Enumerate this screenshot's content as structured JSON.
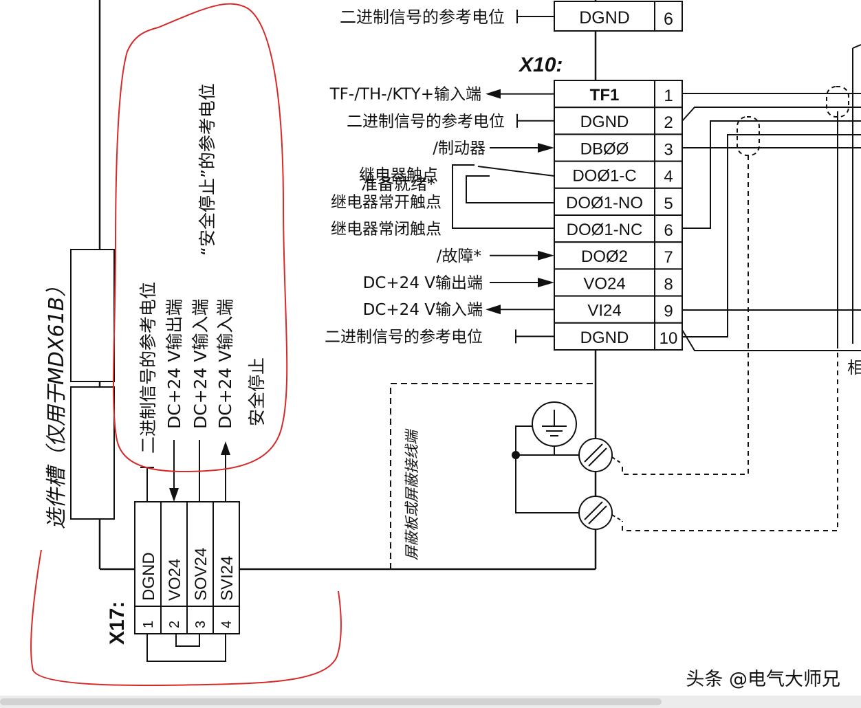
{
  "top": {
    "ref_label": "二进制信号的参考电位",
    "pin_name": "DGND",
    "pin_num": "6"
  },
  "x10": {
    "title": "X10:",
    "pins": [
      {
        "num": "1",
        "name": "TF1",
        "desc": "TF-/TH-/KTY+输入端"
      },
      {
        "num": "2",
        "name": "DGND",
        "desc": "二进制信号的参考电位"
      },
      {
        "num": "3",
        "name": "DBØØ",
        "desc": "/制动器"
      },
      {
        "num": "4",
        "name": "DOØ1-C",
        "desc": "继电器触点"
      },
      {
        "num": "5",
        "name": "DOØ1-NO",
        "desc": "继电器常开触点"
      },
      {
        "num": "6",
        "name": "DOØ1-NC",
        "desc": "继电器常闭触点"
      },
      {
        "num": "7",
        "name": "DOØ2",
        "desc": "/故障*"
      },
      {
        "num": "8",
        "name": "VO24",
        "desc": "DC+24 V输出端"
      },
      {
        "num": "9",
        "name": "VI24",
        "desc": "DC+24 V输入端"
      },
      {
        "num": "10",
        "name": "DGND",
        "desc": "二进制信号的参考电位"
      }
    ],
    "ready_label": "准备就绪*"
  },
  "x17": {
    "title": "X17:",
    "pins": [
      {
        "num": "1",
        "name": "DGND",
        "desc": "二进制信号的参考电位"
      },
      {
        "num": "2",
        "name": "VO24",
        "desc": "DC+24 V输出端"
      },
      {
        "num": "3",
        "name": "SOV24",
        "desc": "DC+24 V输入端"
      },
      {
        "num": "4",
        "name": "SVI24",
        "desc": "DC+24 V输入端"
      }
    ],
    "safe_stop_line1": "安全停止",
    "safe_stop_note": "“安全停止”的参考电位"
  },
  "option_slot": "选件槽（仅用于MDX61B）",
  "shield_label": "屏蔽板或屏蔽接线端",
  "right_edge_char": "相",
  "watermark": "头条 @电气大师兄",
  "colors": {
    "line": "#111111",
    "annotation": "#d62a2a"
  }
}
